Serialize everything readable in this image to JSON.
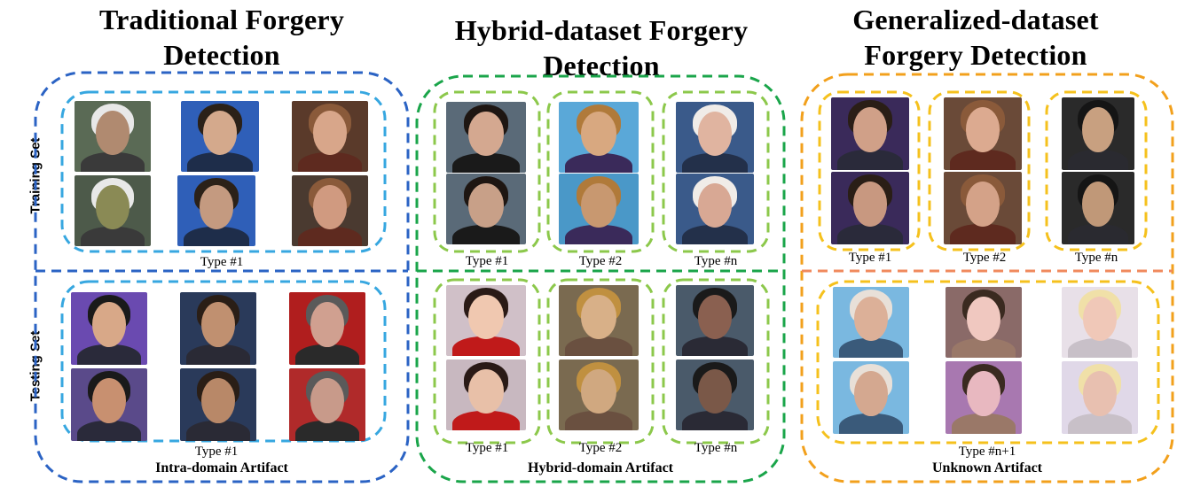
{
  "columns": [
    {
      "id": "traditional",
      "title_lines": [
        "Traditional Forgery",
        "Detection"
      ],
      "accent": "#2b63c4",
      "inner_accent": "#37a7e0",
      "train_caption": "Type #1",
      "test_caption": "Type #1",
      "artifact": "Intra-domain Artifact"
    },
    {
      "id": "hybrid",
      "title_lines": [
        "Hybrid-dataset Forgery",
        "Detection"
      ],
      "accent": "#1aa54a",
      "inner_accent": "#8cc84b",
      "train_captions": [
        "Type #1",
        "Type #2",
        "Type #n"
      ],
      "test_captions": [
        "Type #1",
        "Type #2",
        "Type #n"
      ],
      "artifact": "Hybrid-domain Artifact"
    },
    {
      "id": "generalized",
      "title_lines": [
        "Generalized-dataset",
        "Forgery Detection"
      ],
      "accent": "#f2a01c",
      "inner_accent": "#f5c11d",
      "divider_color": "#f08a5d",
      "train_captions": [
        "Type #1",
        "Type #2",
        "Type #n"
      ],
      "test_caption": "Type #n+1",
      "artifact": "Unknown Artifact"
    }
  ],
  "row_labels": {
    "train": "Training Set",
    "test": "Testing Set"
  }
}
